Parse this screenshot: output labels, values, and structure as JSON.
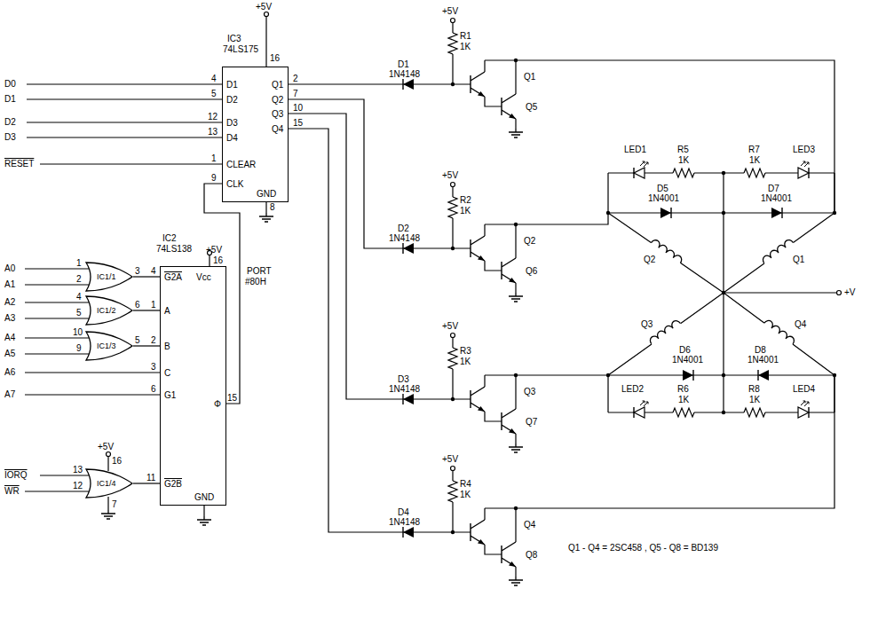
{
  "diagram": {
    "nodes": [
      {
        "text": [
          "IC3",
          "74LS175",
          "D1",
          "D2",
          "D3",
          "D4",
          "CLEAR",
          "CLK",
          "Q1",
          "Q2",
          "Q3",
          "Q4",
          "GND"
        ]
      },
      {
        "text": [
          "IC2",
          "74LS138",
          "G2A",
          "Vcc",
          "A",
          "B",
          "C",
          "G1",
          "G2B",
          "GND",
          "Φ"
        ]
      },
      {
        "text": [
          "IC1/1"
        ]
      },
      {
        "text": [
          "IC1/2"
        ]
      },
      {
        "text": [
          "IC1/3"
        ]
      },
      {
        "text": [
          "IC1/4"
        ]
      }
    ],
    "edges": [
      {
        "from": 2,
        "to": 1,
        "arrow": "none"
      },
      {
        "from": 3,
        "to": 1,
        "arrow": "none"
      },
      {
        "from": 4,
        "to": 1,
        "arrow": "none"
      },
      {
        "from": 5,
        "to": 1,
        "arrow": "none"
      },
      {
        "from": 1,
        "to": 0,
        "arrow": "none"
      }
    ],
    "labels": [
      "D0",
      "D1",
      "D2",
      "D3",
      "RESET",
      "+5V",
      "16",
      "4",
      "5",
      "12",
      "13",
      "1",
      "9",
      "2",
      "7",
      "10",
      "15",
      "8",
      "PORT",
      "#80H",
      "+5V",
      "16",
      "4",
      "1",
      "2",
      "3",
      "6",
      "11",
      "15",
      "A0",
      "A1",
      "A2",
      "A3",
      "A4",
      "A5",
      "A6",
      "A7",
      "IORQ",
      "WR",
      "1",
      "2",
      "3",
      "4",
      "5",
      "6",
      "10",
      "9",
      "5",
      "13",
      "12",
      "+5V",
      "16",
      "7",
      "+5V",
      "D1",
      "1N4148",
      "R1",
      "1K",
      "Q1",
      "Q5",
      "+5V",
      "D2",
      "1N4148",
      "R2",
      "1K",
      "Q2",
      "Q6",
      "+5V",
      "D3",
      "1N4148",
      "R3",
      "1K",
      "Q3",
      "Q7",
      "+5V",
      "D4",
      "1N4148",
      "R4",
      "1K",
      "Q4",
      "Q8",
      "LED1",
      "R5",
      "1K",
      "R7",
      "1K",
      "LED3",
      "D5",
      "1N4001",
      "D7",
      "1N4001",
      "Q2",
      "Q1",
      "+V",
      "Q3",
      "Q4",
      "D6",
      "1N4001",
      "D8",
      "1N4001",
      "LED2",
      "R6",
      "1K",
      "R8",
      "1K",
      "LED4",
      "Q1 - Q4 = 2SC458 , Q5 - Q8 = BD139"
    ]
  }
}
